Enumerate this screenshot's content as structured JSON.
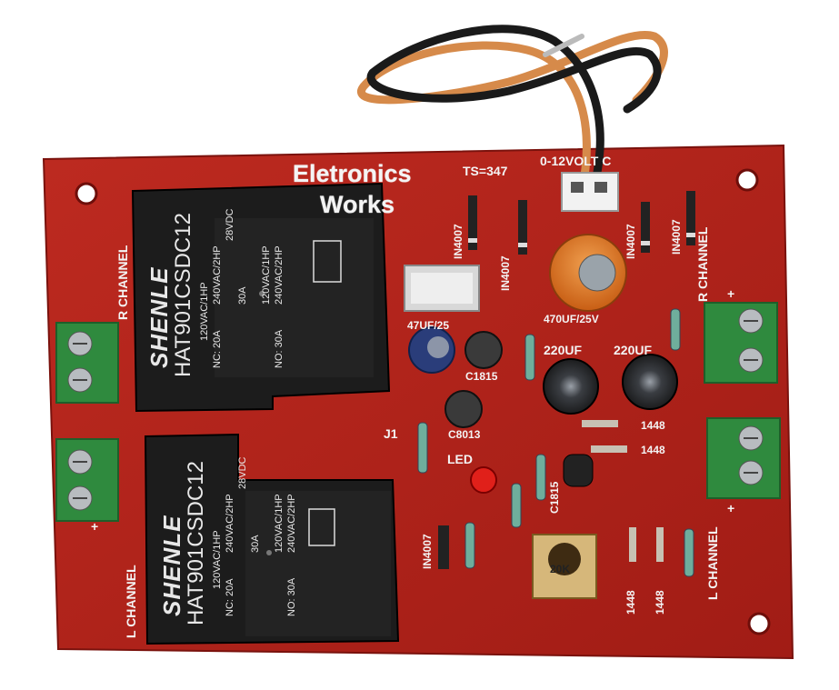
{
  "board": {
    "title_line1": "Eletronics",
    "title_line2": "Works",
    "ts_label": "TS=347",
    "voltage_label": "0-12VOLT C",
    "r_channel_left": "R CHANNEL",
    "r_channel_right": "R CHANNEL",
    "l_channel_left": "L CHANNEL",
    "l_channel_right": "L CHANNEL",
    "plus": "+",
    "minus": "-",
    "j1": "J1",
    "led": "LED",
    "tr1": "C1815",
    "tr2": "C8013",
    "tr3": "C1815",
    "cap_small1": "220UF",
    "cap_small2": "220UF",
    "cap_big": "470UF/25V",
    "cap_blue": "47UF/25",
    "diode_bridge": [
      "IN4007",
      "IN4007",
      "IN4007",
      "IN4007"
    ],
    "diode_low": "IN4007",
    "d1448_a": "1448",
    "d1448_b": "1448",
    "d1448_c": "1448",
    "d1448_d": "1448",
    "pot": "20K"
  },
  "relay_top": {
    "brand": "SHENLE",
    "model": "HAT901CSDC12",
    "spec1": "120VAC/1HP",
    "spec2": "240VAC/2HP",
    "spec3": "28VDC",
    "spec4": "NC: 20A",
    "spec5": "30A",
    "spec6": "NO: 30A",
    "spec7": "120VAC/1HP",
    "spec8": "240VAC/2HP"
  },
  "relay_bottom": {
    "brand": "SHENLE",
    "model": "HAT901CSDC12",
    "spec1": "120VAC/1HP",
    "spec2": "240VAC/2HP",
    "spec3": "28VDC",
    "spec4": "NC: 20A",
    "spec5": "30A",
    "spec6": "NO: 30A",
    "spec7": "120VAC/1HP",
    "spec8": "240VAC/2HP"
  },
  "colors": {
    "pcb": "#b3231b",
    "pcb_dark": "#8c1712",
    "relay": "#1b1b1b",
    "terminal": "#2f8a3e",
    "silk": "#f4f4f4"
  }
}
